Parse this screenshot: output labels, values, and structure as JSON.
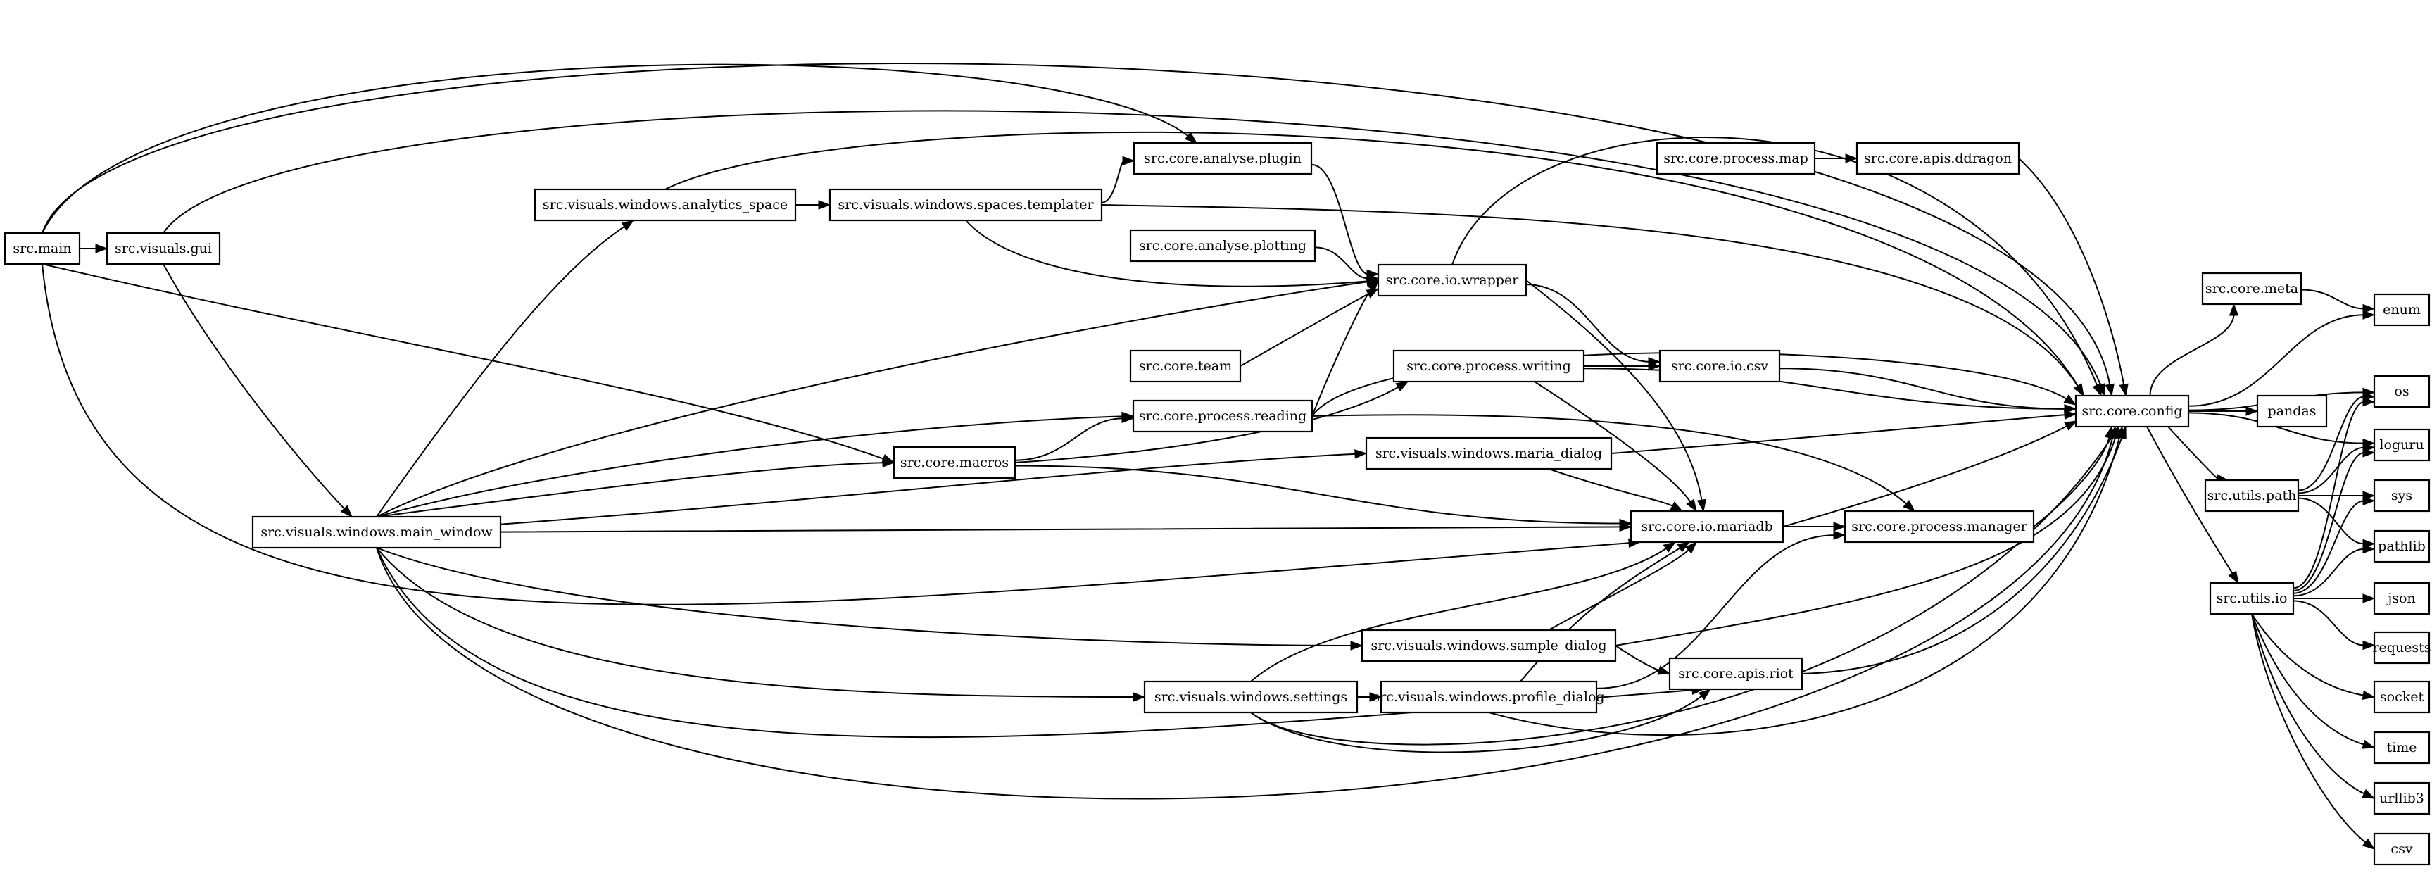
{
  "graph": {
    "type": "dependency-graph",
    "nodes": [
      {
        "id": "main",
        "label": "src.main"
      },
      {
        "id": "gui",
        "label": "src.visuals.gui"
      },
      {
        "id": "analytics",
        "label": "src.visuals.windows.analytics_space"
      },
      {
        "id": "templater",
        "label": "src.visuals.windows.spaces.templater"
      },
      {
        "id": "plugin",
        "label": "src.core.analyse.plugin"
      },
      {
        "id": "plotting",
        "label": "src.core.analyse.plotting"
      },
      {
        "id": "team",
        "label": "src.core.team"
      },
      {
        "id": "wrapper",
        "label": "src.core.io.wrapper"
      },
      {
        "id": "pmap",
        "label": "src.core.process.map"
      },
      {
        "id": "ddragon",
        "label": "src.core.apis.ddragon"
      },
      {
        "id": "writing",
        "label": "src.core.process.writing"
      },
      {
        "id": "csvio",
        "label": "src.core.io.csv"
      },
      {
        "id": "reading",
        "label": "src.core.process.reading"
      },
      {
        "id": "macros",
        "label": "src.core.macros"
      },
      {
        "id": "maria_dialog",
        "label": "src.visuals.windows.maria_dialog"
      },
      {
        "id": "main_window",
        "label": "src.visuals.windows.main_window"
      },
      {
        "id": "mariadb",
        "label": "src.core.io.mariadb"
      },
      {
        "id": "manager",
        "label": "src.core.process.manager"
      },
      {
        "id": "sample",
        "label": "src.visuals.windows.sample_dialog"
      },
      {
        "id": "riot",
        "label": "src.core.apis.riot"
      },
      {
        "id": "settings",
        "label": "src.visuals.windows.settings"
      },
      {
        "id": "profile",
        "label": "src.visuals.windows.profile_dialog"
      },
      {
        "id": "config",
        "label": "src.core.config"
      },
      {
        "id": "meta",
        "label": "src.core.meta"
      },
      {
        "id": "upath",
        "label": "src.utils.path"
      },
      {
        "id": "uio",
        "label": "src.utils.io"
      },
      {
        "id": "enum",
        "label": "enum"
      },
      {
        "id": "os",
        "label": "os"
      },
      {
        "id": "pandas",
        "label": "pandas"
      },
      {
        "id": "loguru",
        "label": "loguru"
      },
      {
        "id": "sys",
        "label": "sys"
      },
      {
        "id": "pathlib",
        "label": "pathlib"
      },
      {
        "id": "json",
        "label": "json"
      },
      {
        "id": "requests",
        "label": "requests"
      },
      {
        "id": "socket",
        "label": "socket"
      },
      {
        "id": "time",
        "label": "time"
      },
      {
        "id": "urllib3",
        "label": "urllib3"
      },
      {
        "id": "csvlib",
        "label": "csv"
      }
    ],
    "edges": [
      {
        "from": "main",
        "to": "gui"
      },
      {
        "from": "main",
        "to": "plugin"
      },
      {
        "from": "main",
        "to": "config"
      },
      {
        "from": "main",
        "to": "macros"
      },
      {
        "from": "main",
        "to": "mariadb"
      },
      {
        "from": "gui",
        "to": "config"
      },
      {
        "from": "gui",
        "to": "main_window"
      },
      {
        "from": "analytics",
        "to": "templater"
      },
      {
        "from": "analytics",
        "to": "config"
      },
      {
        "from": "templater",
        "to": "plugin"
      },
      {
        "from": "templater",
        "to": "wrapper"
      },
      {
        "from": "templater",
        "to": "config"
      },
      {
        "from": "plugin",
        "to": "wrapper"
      },
      {
        "from": "plotting",
        "to": "wrapper"
      },
      {
        "from": "team",
        "to": "wrapper"
      },
      {
        "from": "wrapper",
        "to": "config"
      },
      {
        "from": "wrapper",
        "to": "csvio"
      },
      {
        "from": "wrapper",
        "to": "mariadb"
      },
      {
        "from": "pmap",
        "to": "ddragon"
      },
      {
        "from": "ddragon",
        "to": "config"
      },
      {
        "from": "writing",
        "to": "csvio"
      },
      {
        "from": "writing",
        "to": "config"
      },
      {
        "from": "writing",
        "to": "mariadb"
      },
      {
        "from": "csvio",
        "to": "config"
      },
      {
        "from": "reading",
        "to": "wrapper"
      },
      {
        "from": "reading",
        "to": "config"
      },
      {
        "from": "reading",
        "to": "manager"
      },
      {
        "from": "macros",
        "to": "reading"
      },
      {
        "from": "macros",
        "to": "writing"
      },
      {
        "from": "macros",
        "to": "mariadb"
      },
      {
        "from": "maria_dialog",
        "to": "config"
      },
      {
        "from": "maria_dialog",
        "to": "mariadb"
      },
      {
        "from": "main_window",
        "to": "analytics"
      },
      {
        "from": "main_window",
        "to": "wrapper"
      },
      {
        "from": "main_window",
        "to": "reading"
      },
      {
        "from": "main_window",
        "to": "macros"
      },
      {
        "from": "main_window",
        "to": "maria_dialog"
      },
      {
        "from": "main_window",
        "to": "mariadb"
      },
      {
        "from": "main_window",
        "to": "sample"
      },
      {
        "from": "main_window",
        "to": "settings"
      },
      {
        "from": "main_window",
        "to": "riot"
      },
      {
        "from": "main_window",
        "to": "config"
      },
      {
        "from": "mariadb",
        "to": "manager"
      },
      {
        "from": "mariadb",
        "to": "config"
      },
      {
        "from": "manager",
        "to": "config"
      },
      {
        "from": "sample",
        "to": "mariadb"
      },
      {
        "from": "sample",
        "to": "riot"
      },
      {
        "from": "sample",
        "to": "config"
      },
      {
        "from": "riot",
        "to": "config"
      },
      {
        "from": "settings",
        "to": "profile"
      },
      {
        "from": "settings",
        "to": "mariadb"
      },
      {
        "from": "settings",
        "to": "config"
      },
      {
        "from": "settings",
        "to": "riot"
      },
      {
        "from": "profile",
        "to": "mariadb"
      },
      {
        "from": "profile",
        "to": "manager"
      },
      {
        "from": "profile",
        "to": "config"
      },
      {
        "from": "config",
        "to": "meta"
      },
      {
        "from": "config",
        "to": "enum"
      },
      {
        "from": "config",
        "to": "os"
      },
      {
        "from": "config",
        "to": "pandas"
      },
      {
        "from": "config",
        "to": "loguru"
      },
      {
        "from": "config",
        "to": "upath"
      },
      {
        "from": "config",
        "to": "uio"
      },
      {
        "from": "meta",
        "to": "enum"
      },
      {
        "from": "upath",
        "to": "os"
      },
      {
        "from": "upath",
        "to": "loguru"
      },
      {
        "from": "upath",
        "to": "sys"
      },
      {
        "from": "upath",
        "to": "pathlib"
      },
      {
        "from": "uio",
        "to": "os"
      },
      {
        "from": "uio",
        "to": "loguru"
      },
      {
        "from": "uio",
        "to": "sys"
      },
      {
        "from": "uio",
        "to": "pathlib"
      },
      {
        "from": "uio",
        "to": "json"
      },
      {
        "from": "uio",
        "to": "requests"
      },
      {
        "from": "uio",
        "to": "socket"
      },
      {
        "from": "uio",
        "to": "time"
      },
      {
        "from": "uio",
        "to": "urllib3"
      },
      {
        "from": "uio",
        "to": "csvlib"
      }
    ]
  }
}
